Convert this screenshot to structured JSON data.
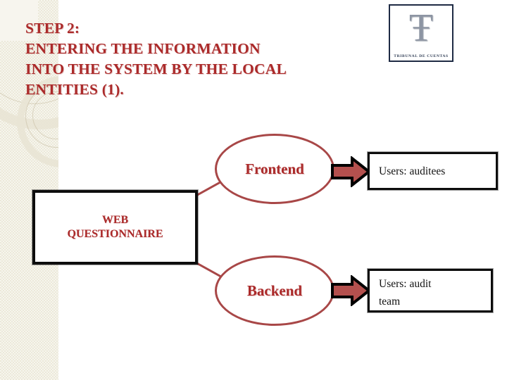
{
  "slide": {
    "title": "STEP 2:\nENTERING THE INFORMATION\nINTO THE SYSTEM BY THE LOCAL\nENTITIES (1).",
    "title_color": "#ab2a2a",
    "background_color": "#ffffff",
    "band_color": "#ece9d9"
  },
  "logo": {
    "monogram": "Ŧ",
    "caption": "TRIBUNAL DE CUENTAS",
    "border_color": "#1e2b44"
  },
  "diagram": {
    "source": {
      "name": "web-questionnaire",
      "label": "WEB\nQUESTIONNAIRE",
      "text_color": "#ab2a2a",
      "border_color": "#111111"
    },
    "nodes": [
      {
        "name": "frontend",
        "label": "Frontend",
        "shape": "ellipse",
        "outline_color": "#a84747",
        "text_color": "#ab2a2a"
      },
      {
        "name": "backend",
        "label": "Backend",
        "shape": "ellipse",
        "outline_color": "#a84747",
        "text_color": "#ab2a2a"
      }
    ],
    "targets": [
      {
        "name": "users-auditees",
        "label": "Users: auditees",
        "text_color": "#111111",
        "border_color": "#111111"
      },
      {
        "name": "users-audit-team",
        "label": "Users: audit\nteam",
        "text_color": "#111111",
        "border_color": "#111111"
      }
    ],
    "arrows": {
      "fill_color": "#b4504e",
      "outline_color": "#000000",
      "direction": "right"
    },
    "connectors": {
      "color": "#a84747"
    }
  }
}
